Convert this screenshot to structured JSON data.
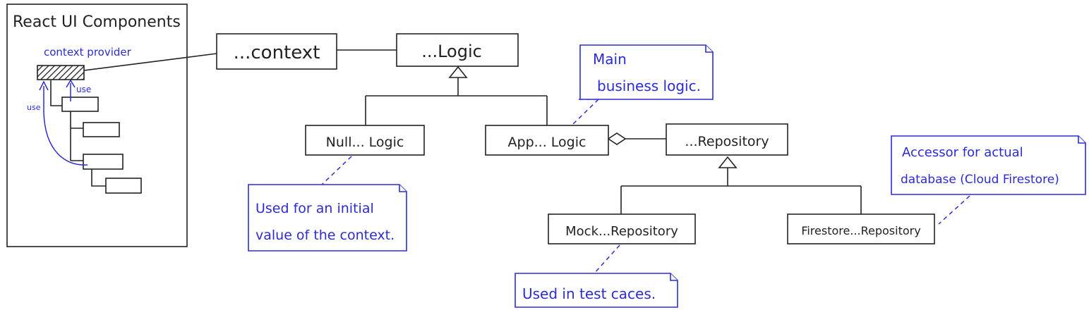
{
  "colors": {
    "ink": "#222222",
    "note": "#2b2bd6"
  },
  "panel": {
    "title": "React UI Components",
    "provider_label": "context provider",
    "use_label_1": "use",
    "use_label_2": "use"
  },
  "classes": {
    "context": "...context",
    "logic": "...Logic",
    "null_logic": "Null... Logic",
    "app_logic": "App... Logic",
    "repository": "...Repository",
    "mock_repository": "Mock...Repository",
    "firestore_repository": "Firestore...Repository"
  },
  "notes": {
    "main": [
      "Main",
      "business logic."
    ],
    "initial": [
      "Used for an initial",
      "value of the context."
    ],
    "test": [
      "Used in test caces."
    ],
    "accessor": [
      "Accessor for actual",
      "database (Cloud Firestore)"
    ]
  }
}
